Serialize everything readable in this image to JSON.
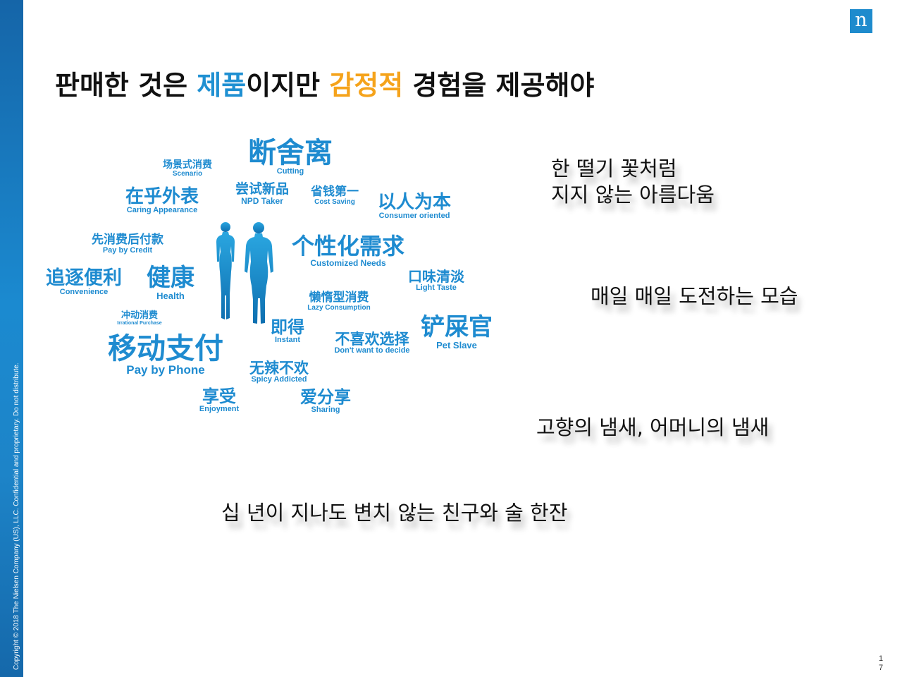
{
  "sidebar": {
    "copyright": "Copyright © 2018 The Nielsen Company (US), LLC. Confidential and proprietary. Do not distribute."
  },
  "logo": {
    "letter": "n",
    "color": "#1e8bcd"
  },
  "title": {
    "part1": "판매한 것은 ",
    "highlight1": "제품",
    "part2": "이지만 ",
    "highlight2": "감정적",
    "part3": " 경험을 제공해야"
  },
  "colors": {
    "blue": "#1f90d2",
    "orange": "#f5a31b",
    "text": "#111111"
  },
  "word_cloud": [
    {
      "cn": "断舍离",
      "en": "Cutting"
    },
    {
      "cn": "场景式消费",
      "en": "Scenario"
    },
    {
      "cn": "尝试新品",
      "en": "NPD Taker"
    },
    {
      "cn": "省钱第一",
      "en": "Cost Saving"
    },
    {
      "cn": "在乎外表",
      "en": "Caring Appearance"
    },
    {
      "cn": "以人为本",
      "en": "Consumer oriented"
    },
    {
      "cn": "先消费后付款",
      "en": "Pay by Credit"
    },
    {
      "cn": "个性化需求",
      "en": "Customized Needs"
    },
    {
      "cn": "追逐便利",
      "en": "Convenience"
    },
    {
      "cn": "健康",
      "en": "Health"
    },
    {
      "cn": "口味清淡",
      "en": "Light Taste"
    },
    {
      "cn": "懒惰型消费",
      "en": "Lazy Consumption"
    },
    {
      "cn": "冲动消费",
      "en": "Irrational Purchase"
    },
    {
      "cn": "即得",
      "en": "Instant"
    },
    {
      "cn": "铲屎官",
      "en": "Pet Slave"
    },
    {
      "cn": "不喜欢选择",
      "en": "Don't want to decide"
    },
    {
      "cn": "移动支付",
      "en": "Pay by Phone"
    },
    {
      "cn": "无辣不欢",
      "en": "Spicy Addicted"
    },
    {
      "cn": "享受",
      "en": "Enjoyment"
    },
    {
      "cn": "爱分享",
      "en": "Sharing"
    }
  ],
  "quotes": {
    "strawberry_line1": "한 떨기 꽃처럼",
    "strawberry_line2": "지지 않는 아름다움",
    "challenge": "매일 매일 도전하는 모습",
    "hometown": "고향의 냄새, 어머니의 냄새",
    "friend": "십 년이 지나도 변치 않는 친구와 술 한잔"
  },
  "page_number": {
    "d1": "1",
    "d2": "7"
  }
}
